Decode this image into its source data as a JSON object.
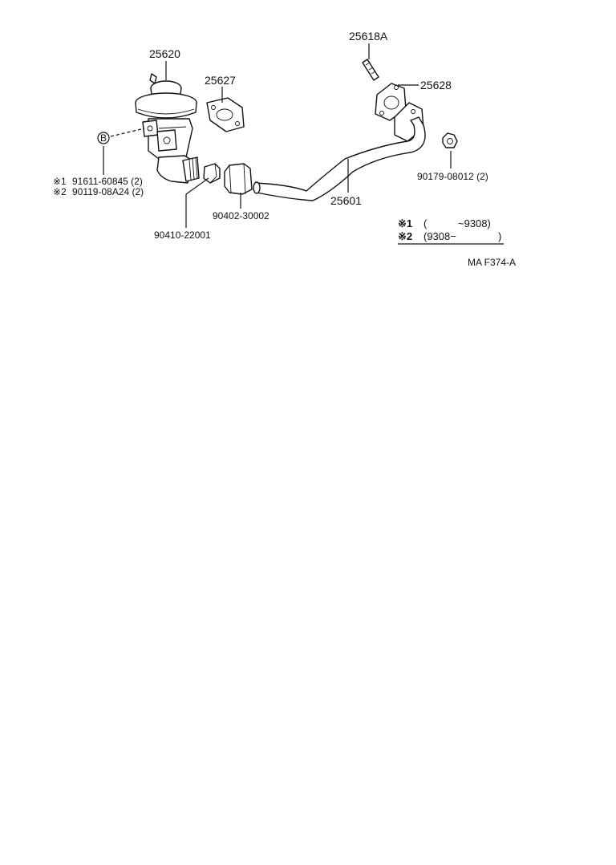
{
  "labels": {
    "p25620": "25620",
    "p25627": "25627",
    "p25618a": "25618A",
    "p25628": "25628",
    "p90179": "90179-08012 (2)",
    "p25601": "25601",
    "p90402": "90402-30002",
    "p90410": "90410-22001",
    "bolt_ref": "B",
    "note1_mark": "※1",
    "note1_text": "91611-60845 (2)",
    "note2_mark": "※2",
    "note2_text": "90119-08A24 (2)"
  },
  "legend": {
    "row1_mark": "※1",
    "row1_open": "(",
    "row1_range": "~9308)",
    "row2_mark": "※2",
    "row2_range": "(9308−",
    "row2_close": ")"
  },
  "figure_code": "MA F374-A"
}
